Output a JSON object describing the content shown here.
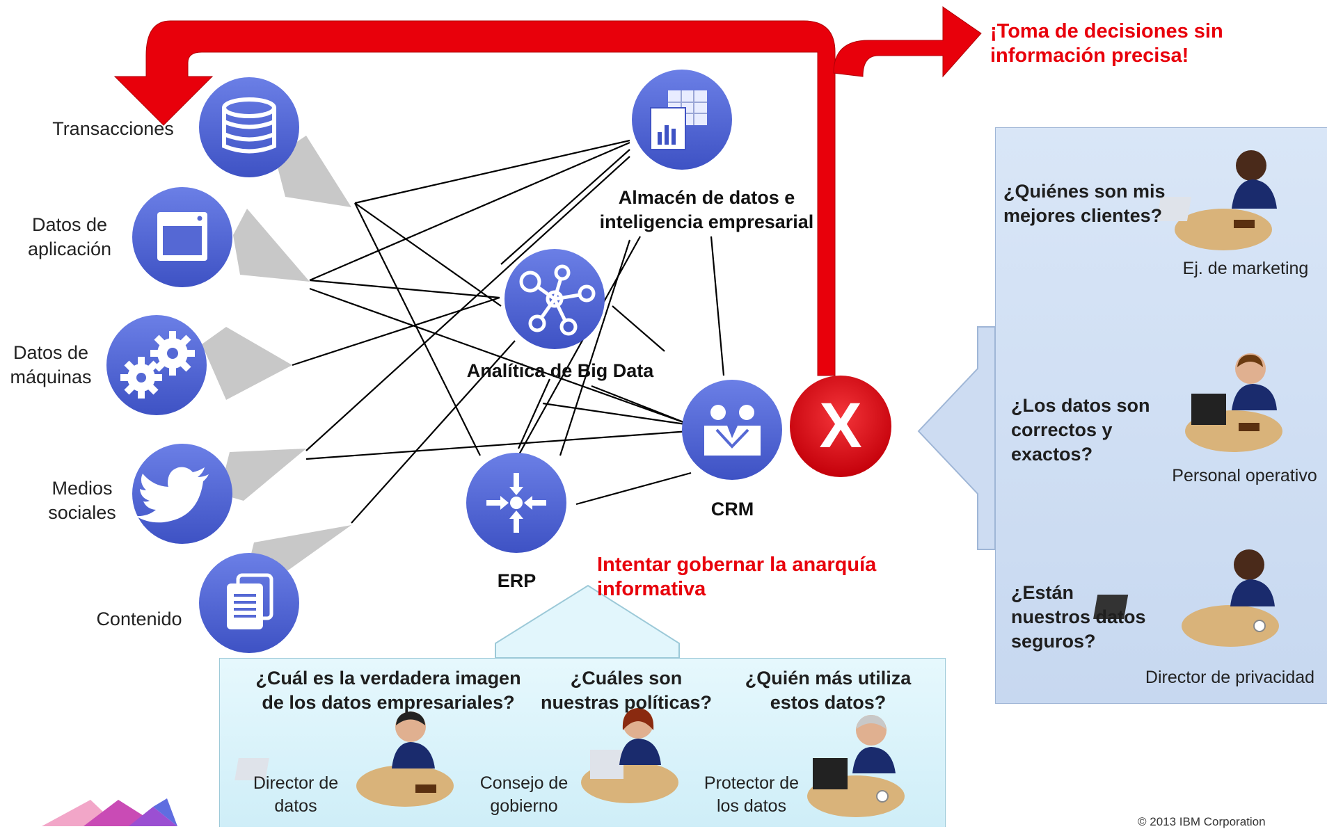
{
  "sources": [
    {
      "label": "Transacciones",
      "icon": "database-icon"
    },
    {
      "label": "Datos de aplicación",
      "icon": "app-window-icon"
    },
    {
      "label": "Datos de máquinas",
      "icon": "gears-icon"
    },
    {
      "label": "Medios sociales",
      "icon": "twitter-bird-icon"
    },
    {
      "label": "Contenido",
      "icon": "documents-icon"
    }
  ],
  "systems": {
    "warehouse": "Almacén de datos e inteligencia empresarial",
    "analytics": "Analítica de Big Data",
    "crm": "CRM",
    "erp": "ERP"
  },
  "x_symbol": "X",
  "headline_top": "¡Toma de decisiones sin información precisa!",
  "headline_bottom": "Intentar gobernar la anarquía informativa",
  "right_panel": [
    {
      "question": "¿Quiénes son mis mejores clientes?",
      "role": "Ej. de marketing"
    },
    {
      "question": "¿Los datos son correctos y exactos?",
      "role": "Personal operativo"
    },
    {
      "question": "¿Están nuestros datos seguros?",
      "role": "Director de privacidad"
    }
  ],
  "bottom_panel": [
    {
      "question": "¿Cuál es la verdadera imagen de los datos empresariales?",
      "role": "Director de datos"
    },
    {
      "question": "¿Cuáles son nuestras políticas?",
      "role": "Consejo de gobierno"
    },
    {
      "question": "¿Quién más utiliza estos datos?",
      "role": "Protector de los datos"
    }
  ],
  "copyright": "© 2013 IBM Corporation",
  "colors": {
    "circle": "#5568d4",
    "red": "#e8000b",
    "arrow_gray": "#c8c8c8",
    "panel_right": "#cddcf2",
    "panel_bottom": "#d8f3fb"
  }
}
